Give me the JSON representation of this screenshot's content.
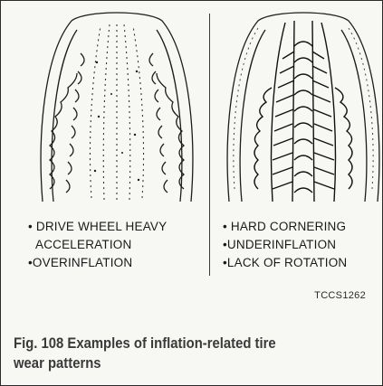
{
  "left_tire": {
    "icon": "overinflation-tire-wear-icon",
    "labels": [
      "• DRIVE WHEEL HEAVY",
      "ACCELERATION",
      "•OVERINFLATION"
    ]
  },
  "right_tire": {
    "icon": "underinflation-tire-wear-icon",
    "labels": [
      "• HARD CORNERING",
      "•UNDERINFLATION",
      "•LACK OF ROTATION"
    ]
  },
  "figure_code": "TCCS1262",
  "caption_line1": "Fig. 108 Examples of inflation-related tire",
  "caption_line2": "wear patterns"
}
